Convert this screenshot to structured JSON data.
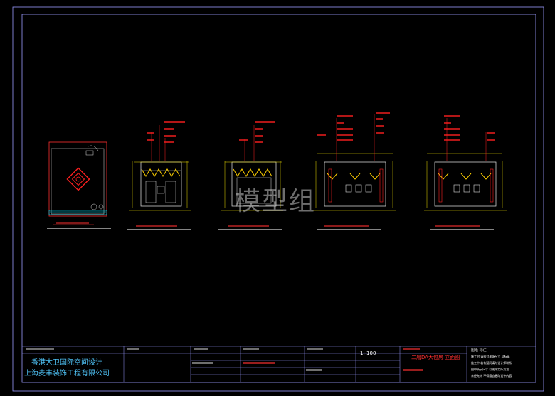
{
  "watermark": "模型组",
  "title_block": {
    "company_line1": "香港大卫国际空间设计",
    "company_line2": "上海麦丰装饰工程有限公司",
    "scale_prefix": "1:",
    "scale_value": "100",
    "drawing_title": "二層DA大包房 立面图",
    "notes_header": "图纸 标注",
    "notes": [
      "施工时 请核对现场尺寸 及标高",
      "施工中 若有疑问请与设计师联系",
      "图中所示尺寸 以现场实际为准",
      "未经允许 不得擅自更改设计内容"
    ]
  },
  "colors": {
    "border": "#c8c8ff",
    "dim": "#f0e000",
    "annot": "#ff2020",
    "frame": "#e8e8e8",
    "fixture": "#ffd000",
    "accent": "#00e5ff"
  }
}
